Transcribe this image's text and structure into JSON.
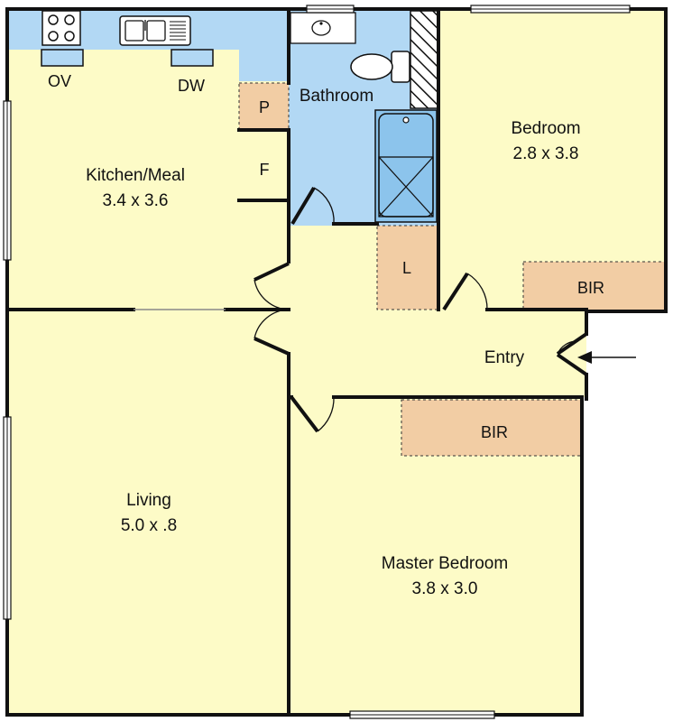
{
  "colors": {
    "room": "#fdfbc7",
    "wet": "#b2d8f4",
    "storage": "#f2cda4",
    "wall": "#111111",
    "background": "#ffffff"
  },
  "rooms": {
    "kitchen": {
      "name": "Kitchen/Meal",
      "size": "3.4 x 3.6"
    },
    "bathroom": {
      "name": "Bathroom"
    },
    "bedroom": {
      "name": "Bedroom",
      "size": "2.8 x 3.8"
    },
    "living": {
      "name": "Living",
      "size": "5.0 x .8"
    },
    "master": {
      "name": "Master Bedroom",
      "size": "3.8 x 3.0"
    },
    "entry": {
      "name": "Entry"
    }
  },
  "fixtures": {
    "oven": "OV",
    "dishwasher": "DW",
    "pantry": "P",
    "fridge": "F",
    "linen": "L",
    "bir_bedroom": "BIR",
    "bir_master": "BIR"
  },
  "icons": [
    "cooktop-icon",
    "sink-icon",
    "basin-icon",
    "toilet-icon",
    "shower-icon",
    "entry-arrow-icon"
  ]
}
